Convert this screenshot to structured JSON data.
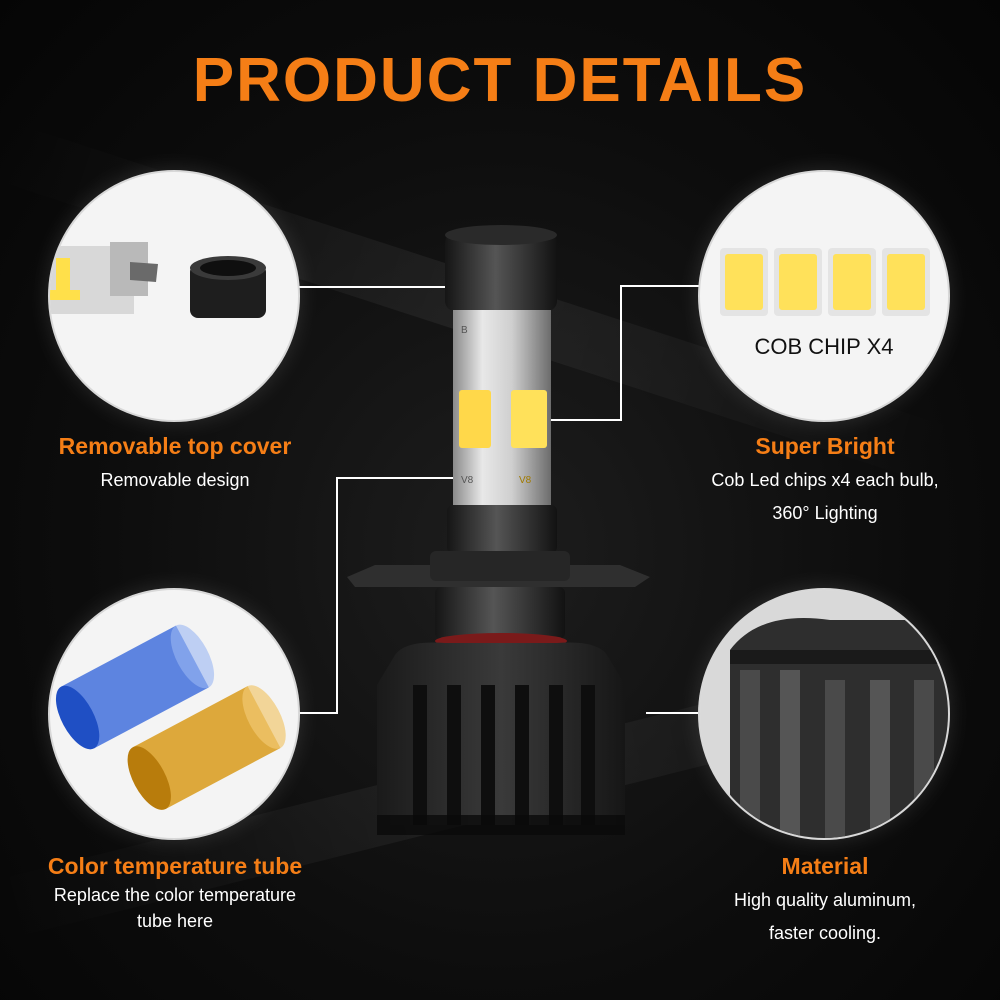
{
  "title": "PRODUCT DETAILS",
  "features": {
    "top_left": {
      "title": "Removable top cover",
      "desc": [
        "Removable design"
      ]
    },
    "top_right": {
      "title": "Super Bright",
      "desc": [
        "Cob Led chips x4 each bulb,",
        "360° Lighting"
      ],
      "chip_label": "COB CHIP X4"
    },
    "bottom_left": {
      "title": "Color temperature tube",
      "desc": [
        "Replace the color  temperature",
        "tube here"
      ]
    },
    "bottom_right": {
      "title": "Material",
      "desc": [
        "High quality aluminum,",
        "faster cooling."
      ]
    }
  },
  "bulb_markings": {
    "a": "B",
    "b": "V8"
  },
  "colors": {
    "accent": "#f57e16",
    "text": "#ffffff",
    "background": "#0b0b0b",
    "cob_yellow": "#ffe15a",
    "tube_blue": "#2b5fd9",
    "tube_amber": "#d89a1a"
  },
  "icons": [
    "removable-cover-photo",
    "cob-chip-photo",
    "color-tube-photo",
    "aluminum-heatsink-photo",
    "led-bulb-photo"
  ]
}
